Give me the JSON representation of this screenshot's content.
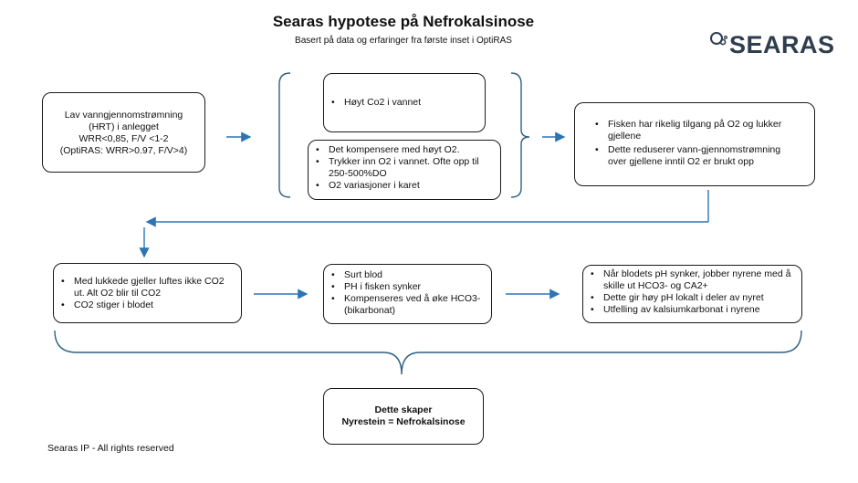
{
  "header": {
    "title": "Searas hypotese på Nefrokalsinose",
    "subtitle": "Basert på data og erfaringer fra første inset i OptiRAS"
  },
  "logo": {
    "text": "SEARAS",
    "icon": "bubbles-icon",
    "color": "#2f3e4f"
  },
  "boxes": {
    "start": {
      "lines": [
        "Lav vanngjennomstrømning",
        "(HRT) i anlegget",
        "WRR<0,85, F/V <1-2",
        "(OptiRAS: WRR>0.97, F/V>4)"
      ]
    },
    "co2_water": {
      "items": [
        "Høyt Co2 i vannet"
      ]
    },
    "o2_comp": {
      "items": [
        "Det kompensere med høyt O2.",
        "Trykker inn O2 i vannet. Ofte opp til 250-500%DO",
        "O2 variasjoner i karet"
      ]
    },
    "fish_o2": {
      "items": [
        "Fisken har rikelig tilgang på O2 og lukker gjellene",
        "Dette reduserer vann-gjennomstrømning over gjellene inntil O2 er brukt opp"
      ]
    },
    "gills": {
      "items": [
        "Med lukkede gjeller luftes ikke CO2 ut. Alt O2 blir til CO2",
        "CO2 stiger i blodet"
      ]
    },
    "acid": {
      "items": [
        "Surt blod",
        "PH i fisken synker",
        "Kompenseres ved å øke HCO3- (bikarbonat)"
      ]
    },
    "kidney": {
      "items": [
        "Når blodets pH synker, jobber nyrene med å skille ut HCO3- og CA2+",
        "Dette gir høy pH lokalt i deler av nyret",
        "Utfelling av kalsiumkarbonat i nyrene"
      ]
    },
    "result": {
      "line1": "Dette skaper",
      "line2": "Nyrestein = Nefrokalsinose"
    }
  },
  "footer": "Searas IP -  All rights reserved",
  "colors": {
    "arrow": "#2e74b5",
    "border": "#1a1a1a",
    "brace": "#2f5f84"
  }
}
